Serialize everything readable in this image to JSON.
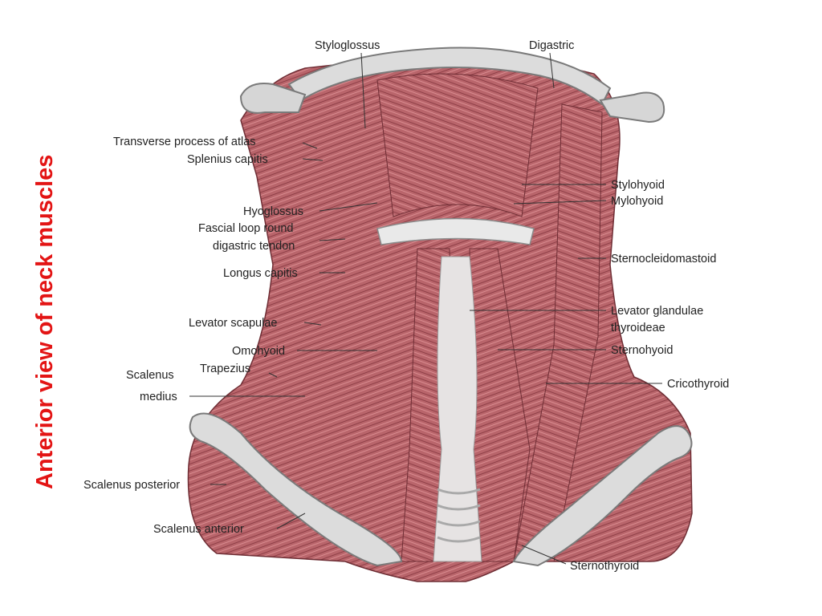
{
  "title": "Anterior view of neck muscles",
  "title_color": "#e31414",
  "colors": {
    "muscle": "#b9656b",
    "muscle_dark": "#8e3f47",
    "bone": "#d6d6d6",
    "tendon": "#eeeeee"
  },
  "labels": {
    "styloglossus": "Styloglossus",
    "digastric": "Digastric",
    "transverse_process_of_atlas": "Transverse process of atlas",
    "splenius_capitis": "Splenius capitis",
    "hyoglossus": "Hyoglossus",
    "fascial_loop_1": "Fascial loop round",
    "fascial_loop_2": "digastric tendon",
    "longus_capitis": "Longus capitis",
    "levator_scapulae": "Levator scapulae",
    "omohyoid": "Omohyoid",
    "scalenus_medius_1": "Scalenus",
    "scalenus_medius_2": "medius",
    "trapezius": "Trapezius",
    "scalenus_posterior": "Scalenus posterior",
    "scalenus_anterior": "Scalenus anterior",
    "stylohyoid": "Stylohyoid",
    "mylohyoid": "Mylohyoid",
    "sternocleidomastoid": "Sternocleidomastoid",
    "levator_glandulae_1": "Levator glandulae",
    "levator_glandulae_2": "thyroideae",
    "sternohyoid": "Sternohyoid",
    "cricothyroid": "Cricothyroid",
    "sternothyroid": "Sternothyroid"
  }
}
